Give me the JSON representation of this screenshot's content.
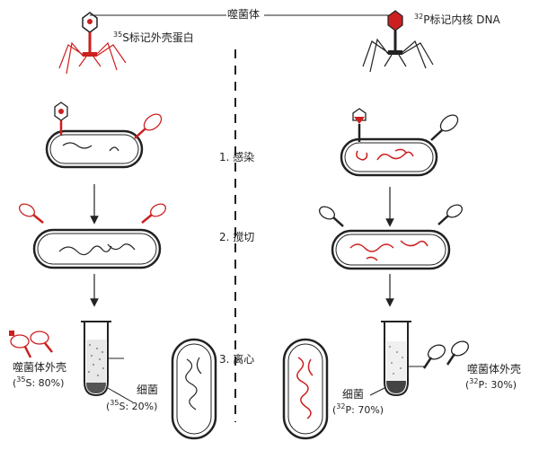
{
  "title": "噬菌体",
  "left": {
    "label_isotope": "35",
    "label_text": "S标记外壳蛋白",
    "supernatant": "噬菌体外壳",
    "super_pct_open": "(",
    "super_pct_iso": "35",
    "super_pct_rest": "S: 80%)",
    "pellet": "细菌",
    "pellet_open": "(",
    "pellet_iso": "35",
    "pellet_rest": "S: 20%)"
  },
  "right": {
    "label_isotope": "32",
    "label_text": "P标记内核 DNA",
    "supernatant": "噬菌体外壳",
    "super_pct_open": "(",
    "super_pct_iso": "32",
    "super_pct_rest": "P: 30%)",
    "pellet": "细菌",
    "pellet_open": "(",
    "pellet_iso": "32",
    "pellet_rest": "P: 70%)"
  },
  "steps": [
    "1. 感染",
    "2. 搅切",
    "3. 离心"
  ],
  "colors": {
    "label": "#cc1f1f",
    "ink": "#222222"
  }
}
